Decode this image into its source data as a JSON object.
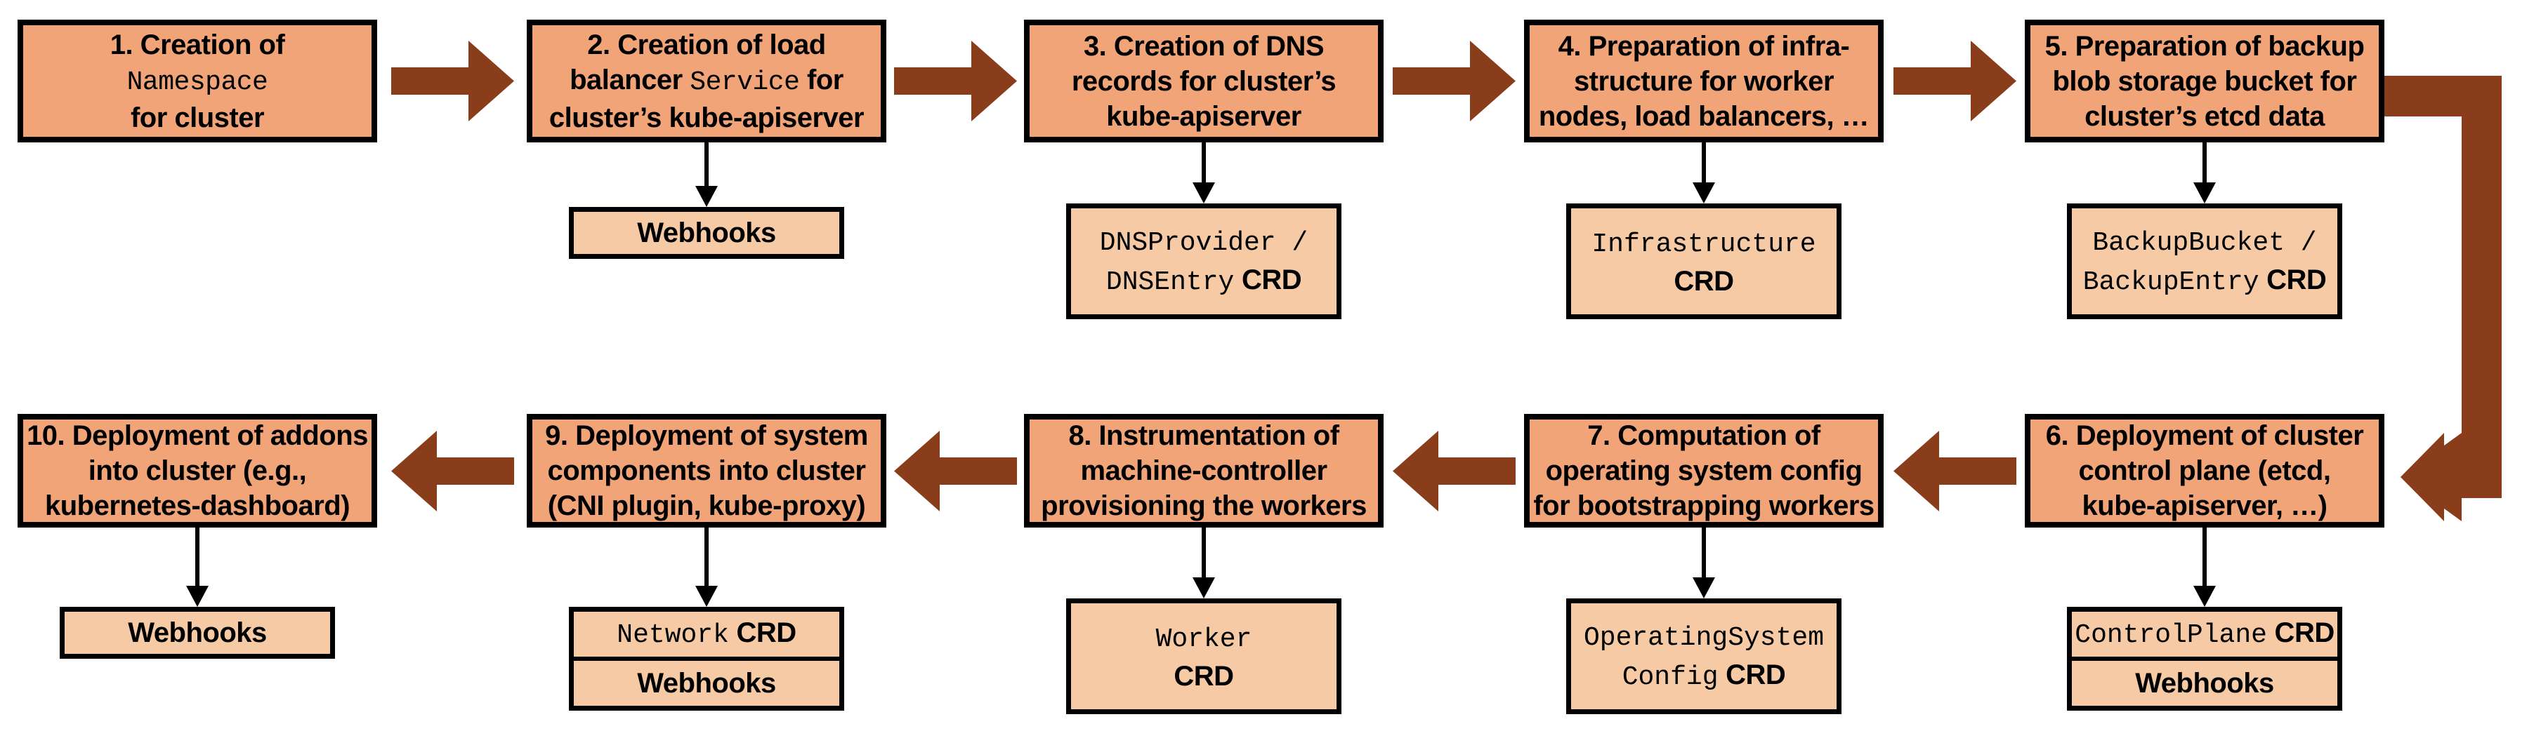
{
  "colors": {
    "box_fill": "#F1A478",
    "sub_fill": "#F7CAA6",
    "arrow_brown": "#8A3D1B",
    "border": "#000000"
  },
  "steps": [
    {
      "n": 1,
      "row": 0,
      "col": 0,
      "lines": [
        [
          {
            "t": "1. Creation of"
          }
        ],
        [
          {
            "t": "Namespace",
            "m": true
          }
        ],
        [
          {
            "t": "for cluster"
          }
        ]
      ],
      "sub": null
    },
    {
      "n": 2,
      "row": 0,
      "col": 1,
      "lines": [
        [
          {
            "t": "2. Creation of load"
          }
        ],
        [
          {
            "t": "balancer "
          },
          {
            "t": "Service",
            "m": true
          },
          {
            "t": " for"
          }
        ],
        [
          {
            "t": "cluster’s kube-apiserver"
          }
        ]
      ],
      "sub": {
        "cells": [
          [
            [
              {
                "t": "Webhooks",
                "b": true
              }
            ]
          ]
        ]
      }
    },
    {
      "n": 3,
      "row": 0,
      "col": 2,
      "lines": [
        [
          {
            "t": "3. Creation of DNS"
          }
        ],
        [
          {
            "t": "records for cluster’s"
          }
        ],
        [
          {
            "t": "kube-apiserver"
          }
        ]
      ],
      "sub": {
        "cells": [
          [
            [
              {
                "t": "DNSProvider /",
                "m": true
              }
            ],
            [
              {
                "t": "DNSEntry",
                "m": true
              },
              {
                "t": " CRD",
                "b": true
              }
            ]
          ]
        ]
      }
    },
    {
      "n": 4,
      "row": 0,
      "col": 3,
      "lines": [
        [
          {
            "t": "4. Preparation of infra-"
          }
        ],
        [
          {
            "t": "structure for worker"
          }
        ],
        [
          {
            "t": "nodes, load balancers, …"
          }
        ]
      ],
      "sub": {
        "cells": [
          [
            [
              {
                "t": "Infrastructure",
                "m": true
              }
            ],
            [
              {
                "t": "CRD",
                "b": true
              }
            ]
          ]
        ]
      }
    },
    {
      "n": 5,
      "row": 0,
      "col": 4,
      "lines": [
        [
          {
            "t": "5. Preparation of backup"
          }
        ],
        [
          {
            "t": "blob storage bucket for"
          }
        ],
        [
          {
            "t": "cluster’s etcd data"
          }
        ]
      ],
      "sub": {
        "cells": [
          [
            [
              {
                "t": "BackupBucket /",
                "m": true
              }
            ],
            [
              {
                "t": "BackupEntry",
                "m": true
              },
              {
                "t": " CRD",
                "b": true
              }
            ]
          ]
        ]
      }
    },
    {
      "n": 6,
      "row": 1,
      "col": 4,
      "lines": [
        [
          {
            "t": "6. Deployment of cluster"
          }
        ],
        [
          {
            "t": "control plane (etcd,"
          }
        ],
        [
          {
            "t": "kube-apiserver, …)"
          }
        ]
      ],
      "sub": {
        "cells": [
          [
            [
              {
                "t": "ControlPlane",
                "m": true
              },
              {
                "t": " CRD",
                "b": true
              }
            ]
          ],
          [
            [
              {
                "t": "Webhooks",
                "b": true
              }
            ]
          ]
        ]
      }
    },
    {
      "n": 7,
      "row": 1,
      "col": 3,
      "lines": [
        [
          {
            "t": "7. Computation of"
          }
        ],
        [
          {
            "t": "operating system config"
          }
        ],
        [
          {
            "t": "for bootstrapping workers"
          }
        ]
      ],
      "sub": {
        "cells": [
          [
            [
              {
                "t": "OperatingSystem",
                "m": true
              }
            ],
            [
              {
                "t": "Config",
                "m": true
              },
              {
                "t": " CRD",
                "b": true
              }
            ]
          ]
        ]
      }
    },
    {
      "n": 8,
      "row": 1,
      "col": 2,
      "lines": [
        [
          {
            "t": "8. Instrumentation of"
          }
        ],
        [
          {
            "t": "machine-controller"
          }
        ],
        [
          {
            "t": "provisioning the workers"
          }
        ]
      ],
      "sub": {
        "cells": [
          [
            [
              {
                "t": "Worker",
                "m": true
              }
            ],
            [
              {
                "t": "CRD",
                "b": true
              }
            ]
          ]
        ]
      }
    },
    {
      "n": 9,
      "row": 1,
      "col": 1,
      "lines": [
        [
          {
            "t": "9. Deployment of system"
          }
        ],
        [
          {
            "t": "components into cluster"
          }
        ],
        [
          {
            "t": "(CNI plugin, kube-proxy)"
          }
        ]
      ],
      "sub": {
        "cells": [
          [
            [
              {
                "t": "Network",
                "m": true
              },
              {
                "t": " CRD",
                "b": true
              }
            ]
          ],
          [
            [
              {
                "t": "Webhooks",
                "b": true
              }
            ]
          ]
        ]
      }
    },
    {
      "n": 10,
      "row": 1,
      "col": 0,
      "lines": [
        [
          {
            "t": "10. Deployment of addons"
          }
        ],
        [
          {
            "t": "into cluster (e.g.,"
          }
        ],
        [
          {
            "t": "kubernetes-dashboard)"
          }
        ]
      ],
      "sub": {
        "cells": [
          [
            [
              {
                "t": "Webhooks",
                "b": true
              }
            ]
          ]
        ]
      }
    }
  ]
}
